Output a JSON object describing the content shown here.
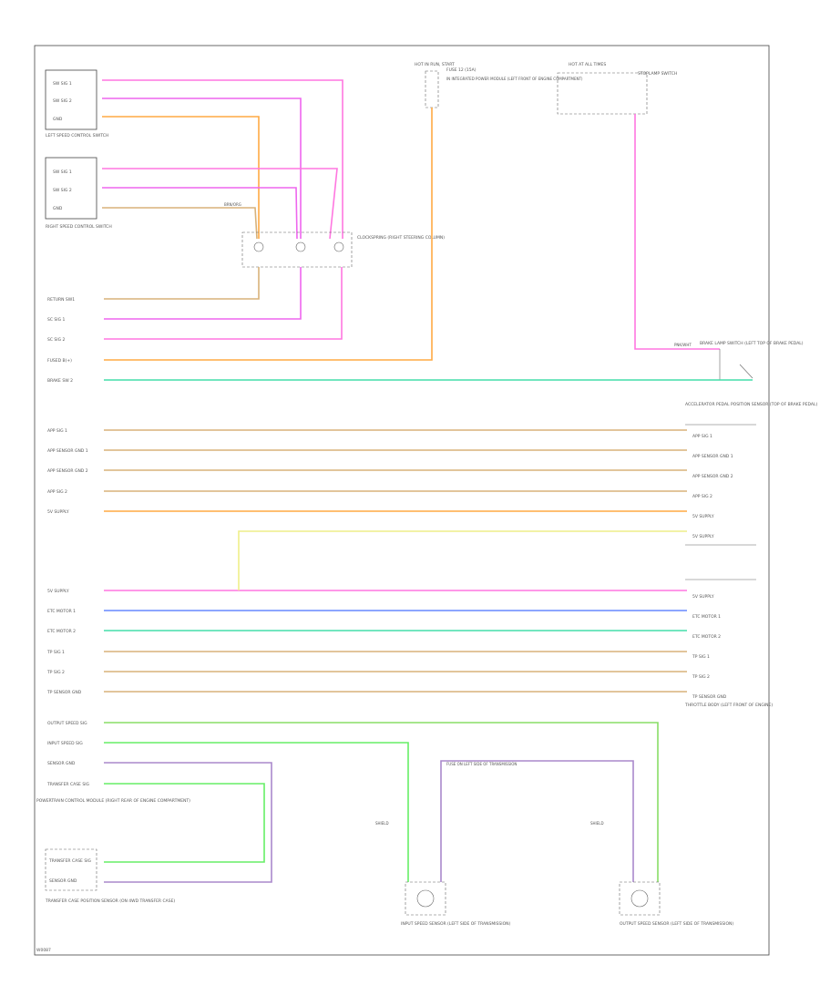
{
  "diagram": {
    "page_ref": "W0087",
    "colors": {
      "pink": "#ff77e0",
      "magenta": "#ee66ee",
      "orange": "#ffaa44",
      "tan": "#d8b27a",
      "teal": "#44ddaa",
      "green": "#66ee66",
      "blue": "#6688ff",
      "yellow": "#eeee88",
      "violet": "#aa88cc",
      "gray": "#999999"
    },
    "top_notes": {
      "hot_in_run": "HOT IN RUN, START",
      "hot_at_all_times": "HOT AT ALL TIMES",
      "fuse_ref": "FUSE 12 (15A)",
      "fuse_note": "IN INTEGRATED POWER MODULE (LEFT FRONT OF ENGINE COMPARTMENT)",
      "stoplamp_switch": "STOPLAMP SWITCH"
    },
    "left_speed_control_switch": {
      "title": "LEFT SPEED CONTROL SWITCH",
      "pins": [
        "SW SIG 1",
        "SW SIG 2",
        "GND"
      ]
    },
    "right_speed_control_switch": {
      "title": "RIGHT SPEED CONTROL SWITCH",
      "pins": [
        "SW SIG 1",
        "SW SIG 2",
        "GND"
      ]
    },
    "clockspring": {
      "title": "CLOCKSPRING (RIGHT STEERING COLUMN)",
      "wire_top": "BRN/ORG"
    },
    "brake_switch": {
      "title": "BRAKE LAMP SWITCH (LEFT TOP OF BRAKE PEDAL)",
      "wire": "PNK/WHT"
    },
    "apps": {
      "title": "ACCELERATOR PEDAL POSITION SENSOR (TOP OF BRAKE PEDAL)"
    },
    "tps": {
      "title": "THROTTLE BODY (LEFT FRONT OF ENGINE)"
    },
    "pcm_pins": [
      "RETURN SW1",
      "SC SIG 1",
      "SC SIG 2",
      "FUSED B(+)",
      "BRAKE SW 2",
      "APP SIG 1",
      "APP SENSOR GND 1",
      "APP SENSOR GND 2",
      "APP SIG 2",
      "5V SUPPLY",
      "5V SUPPLY",
      "ETC MOTOR 1",
      "ETC MOTOR 2",
      "TP SIG 1",
      "TP SIG 2",
      "TP SENSOR GND",
      "OUTPUT SPEED SIG",
      "INPUT SPEED SIG",
      "SENSOR GND",
      "TRANSFER CASE SIG"
    ],
    "right_component_pins": [
      "APP SIG 1",
      "APP SENSOR GND 1",
      "APP SENSOR GND 2",
      "APP SIG 2",
      "5V SUPPLY",
      "5V SUPPLY",
      "5V SUPPLY",
      "ETC MOTOR 1",
      "ETC MOTOR 2",
      "TP SIG 1",
      "TP SIG 2",
      "TP SENSOR GND"
    ],
    "pcm": {
      "title": "POWERTRAIN CONTROL MODULE (RIGHT REAR OF ENGINE COMPARTMENT)"
    },
    "transfer_case": {
      "title": "TRANSFER CASE POSITION SENSOR (ON 4WD TRANSFER CASE)",
      "pins": [
        "TRANSFER CASE SIG",
        "SENSOR GND"
      ]
    },
    "input_sensor": {
      "title": "INPUT SPEED SENSOR (LEFT SIDE OF TRANSMISSION)",
      "note": "FUSE ON LEFT SIDE OF TRANSMISSION"
    },
    "output_sensor": {
      "title": "OUTPUT SPEED SENSOR (LEFT SIDE OF TRANSMISSION)"
    },
    "shield_label": "SHIELD"
  }
}
